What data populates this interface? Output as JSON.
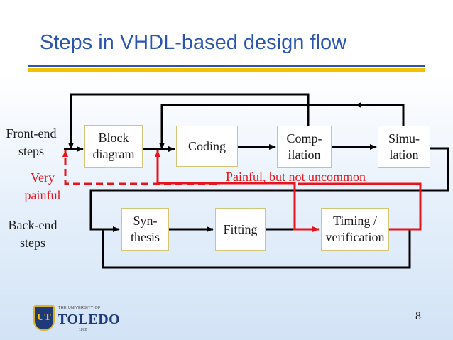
{
  "slide": {
    "title": "Steps in VHDL-based design flow",
    "page_number": "8"
  },
  "blocks": {
    "block_diagram": "Block\ndiagram",
    "coding": "Coding",
    "compilation": "Comp-\nilation",
    "simulation": "Simu-\nlation",
    "synthesis": "Syn-\nthesis",
    "fitting": "Fitting",
    "timing": "Timing /\nverification"
  },
  "labels": {
    "front_end": "Front-end\nsteps",
    "back_end": "Back-end\nsteps",
    "very_painful": "Very\npainful",
    "painful_uncommon": "Painful, but not uncommon"
  },
  "logo": {
    "shield": "UT",
    "univ": "THE UNIVERSITY OF",
    "name": "TOLEDO",
    "year": "1872"
  },
  "colors": {
    "title": "#2b56ad",
    "rule_blue": "#2b56ad",
    "rule_gold": "#f2c200",
    "flow_line": "#000000",
    "feedback_red": "#e8141b"
  }
}
